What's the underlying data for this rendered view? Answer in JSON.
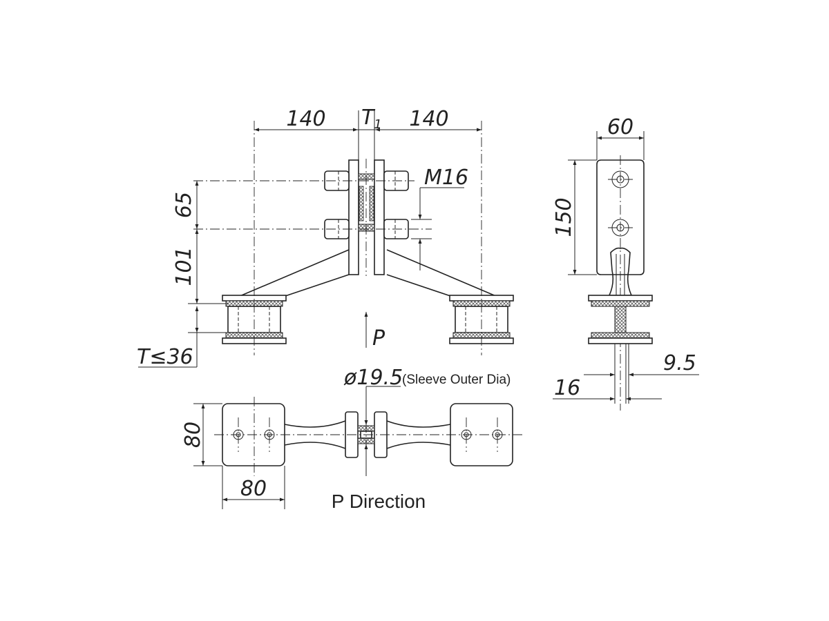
{
  "colors": {
    "line": "#222222",
    "background": "#ffffff",
    "hatch": "#555555"
  },
  "front_view": {
    "dim_left_arm": "140",
    "dim_right_arm": "140",
    "dim_thickness": "T",
    "dim_thickness_sub": "1",
    "dim_bolt": "M16",
    "dim_bolt_spacing": "65",
    "dim_height": "101",
    "dim_glass": "T≤36",
    "load_label": "P"
  },
  "side_view": {
    "dim_width": "60",
    "dim_height": "150",
    "dim_sleeve": "9.5",
    "dim_spacer": "16"
  },
  "plan_view": {
    "dim_sleeve_dia": "ø19.5",
    "dim_sleeve_note": "(Sleeve Outer Dia)",
    "dim_pad_height": "80",
    "dim_pad_width": "80",
    "title": "P Direction"
  }
}
